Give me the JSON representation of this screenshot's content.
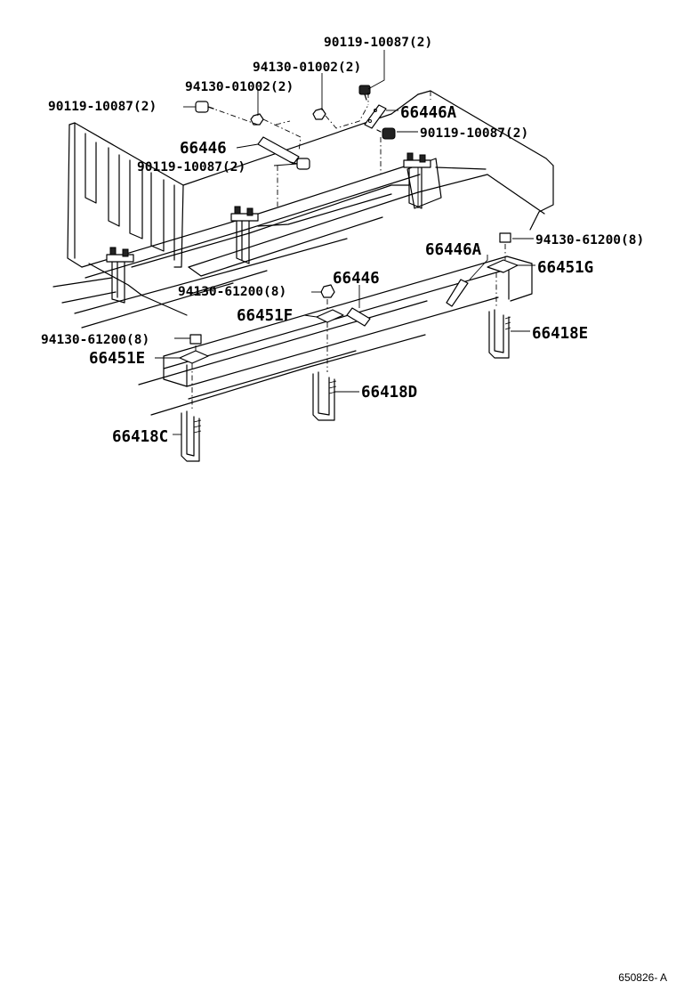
{
  "diagram": {
    "reference": "650826- A",
    "callouts": {
      "bolt_top": "90119-10087(2)",
      "nut_top_right": "94130-01002(2)",
      "nut_top_left": "94130-01002(2)",
      "bolt_left": "90119-10087(2)",
      "bracket_a_top": "66446A",
      "bolt_right": "90119-10087(2)",
      "bracket_upper": "66446",
      "bolt_mid": "90119-10087(2)",
      "bracket_a_lower": "66446A",
      "nut_lower_right": "94130-61200(8)",
      "seat_g": "66451G",
      "bracket_lower": "66446",
      "nut_lower_mid": "94130-61200(8)",
      "seat_f": "66451F",
      "ubolt_e": "66418E",
      "nut_lower_left": "94130-61200(8)",
      "seat_e": "66451E",
      "ubolt_d": "66418D",
      "ubolt_c": "66418C"
    }
  }
}
